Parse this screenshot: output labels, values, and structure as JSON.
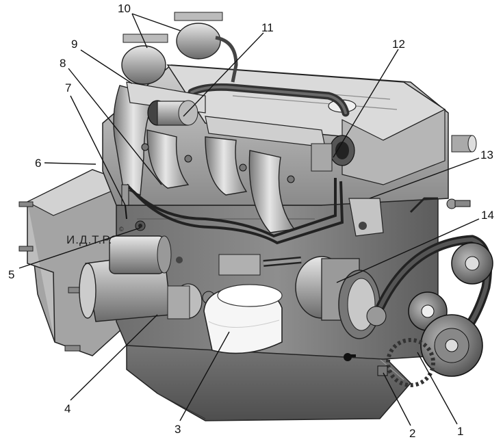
{
  "figure": {
    "watermark": "И.Д.Т.Р.",
    "watermark_mark": "©"
  },
  "callouts": [
    {
      "id": "1",
      "text": "1"
    },
    {
      "id": "2",
      "text": "2"
    },
    {
      "id": "3",
      "text": "3"
    },
    {
      "id": "4",
      "text": "4"
    },
    {
      "id": "5",
      "text": "5"
    },
    {
      "id": "6",
      "text": "6"
    },
    {
      "id": "7",
      "text": "7"
    },
    {
      "id": "8",
      "text": "8"
    },
    {
      "id": "9",
      "text": "9"
    },
    {
      "id": "10",
      "text": "10"
    },
    {
      "id": "11",
      "text": "11"
    },
    {
      "id": "12",
      "text": "12"
    },
    {
      "id": "13",
      "text": "13"
    },
    {
      "id": "14",
      "text": "14"
    }
  ],
  "colors": {
    "line": "#111111",
    "metal_dark": "#5a5a5a",
    "metal_mid": "#8c8c8c",
    "metal_light": "#c8c8c8",
    "highlight": "#f2f2f2"
  }
}
